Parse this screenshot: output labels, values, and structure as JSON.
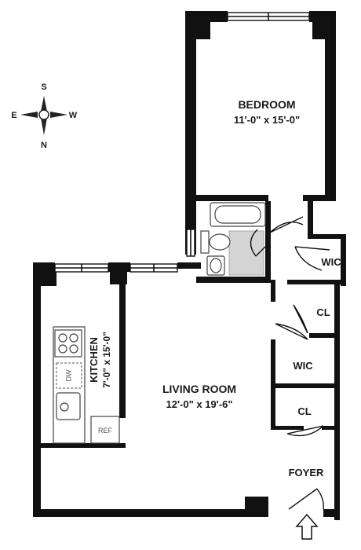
{
  "compass": {
    "north": "N",
    "south": "S",
    "east": "E",
    "west": "W"
  },
  "rooms": {
    "bedroom": {
      "name": "BEDROOM",
      "dims": "11'-0\" x 15'-0\""
    },
    "living": {
      "name": "LIVING ROOM",
      "dims": "12'-0\" x 19'-6\""
    },
    "kitchen": {
      "name": "KITCHEN",
      "dims": "7'-0\" x 15'-0\""
    },
    "wic_upper": {
      "name": "WIC"
    },
    "cl_upper": {
      "name": "CL"
    },
    "wic_lower": {
      "name": "WIC"
    },
    "cl_lower": {
      "name": "CL"
    },
    "foyer": {
      "name": "FOYER"
    }
  },
  "appliances": {
    "dishwasher": "DW",
    "refrigerator": "REF"
  },
  "colors": {
    "wall": "#111111",
    "background": "#ffffff",
    "tile": "#cfcfcf"
  }
}
